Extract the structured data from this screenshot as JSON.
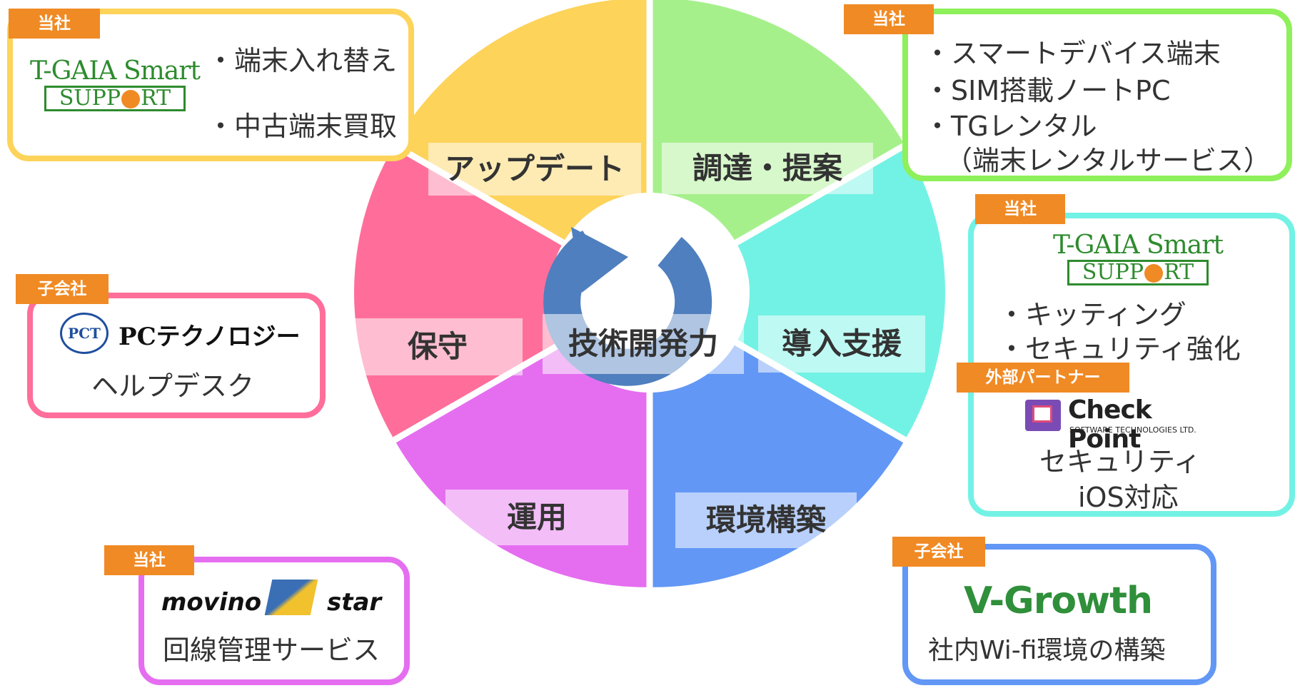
{
  "center": {
    "label": "技術開発力"
  },
  "segments": [
    {
      "label": "調達・提案",
      "color": "#a6f08c"
    },
    {
      "label": "導入支援",
      "color": "#72f2e4"
    },
    {
      "label": "環境構築",
      "color": "#6297f5"
    },
    {
      "label": "運用",
      "color": "#e56ef0"
    },
    {
      "label": "保守",
      "color": "#ff6e9a"
    },
    {
      "label": "アップデート",
      "color": "#fdd35a"
    }
  ],
  "boxes": {
    "update": {
      "tag": "当社",
      "logo_line1": "T-GAIA Smart",
      "logo_line2a": "SUPP",
      "logo_line2b": "RT",
      "items": [
        "・端末入れ替え",
        "・中古端末買取"
      ],
      "color": "#fdd35a"
    },
    "procure": {
      "tag": "当社",
      "items": [
        "・スマートデバイス端末",
        "・SIM搭載ノートPC",
        "・TGレンタル",
        "（端末レンタルサービス）"
      ],
      "color": "#8ef05a"
    },
    "support": {
      "tag": "当社",
      "logo_line1": "T-GAIA Smart",
      "logo_line2a": "SUPP",
      "logo_line2b": "RT",
      "items": [
        "・キッティング",
        "・セキュリティ強化"
      ],
      "partner_tag": "外部パートナー",
      "cp_name": "Check Point",
      "cp_sub": "SOFTWARE TECHNOLOGIES LTD.",
      "cp_items": [
        "セキュリティ",
        "iOS対応"
      ],
      "color": "#72f2e4"
    },
    "build": {
      "tag": "子会社",
      "logo": "V-Growth",
      "caption": "社内Wi-fi環境の構築",
      "color": "#6297f5"
    },
    "operate": {
      "tag": "当社",
      "logo_left": "movino",
      "logo_right": "star",
      "caption": "回線管理サービス",
      "color": "#e56ef0"
    },
    "maintain": {
      "tag": "子会社",
      "logo_mark": "PCT",
      "logo_name": "PCテクノロジー",
      "caption": "ヘルプデスク",
      "color": "#ff6e9a"
    }
  }
}
